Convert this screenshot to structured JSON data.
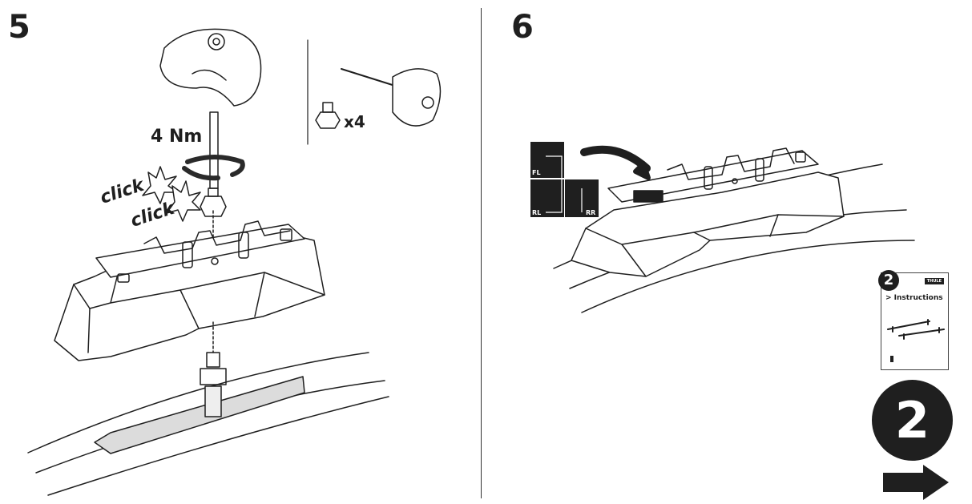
{
  "step5": {
    "number": "5",
    "torque": "4 Nm",
    "click_1": "click",
    "click_2": "click",
    "quantity": "x4"
  },
  "step6": {
    "number": "6",
    "position_labels": {
      "front_left": "FL",
      "rear_left": "RL",
      "rear_right": "RR"
    }
  },
  "next_booklet": {
    "number": "2",
    "brand": "THULE",
    "title": "> Instructions"
  },
  "next_page": {
    "number": "2",
    "arrow_icon": "right-arrow-icon"
  }
}
